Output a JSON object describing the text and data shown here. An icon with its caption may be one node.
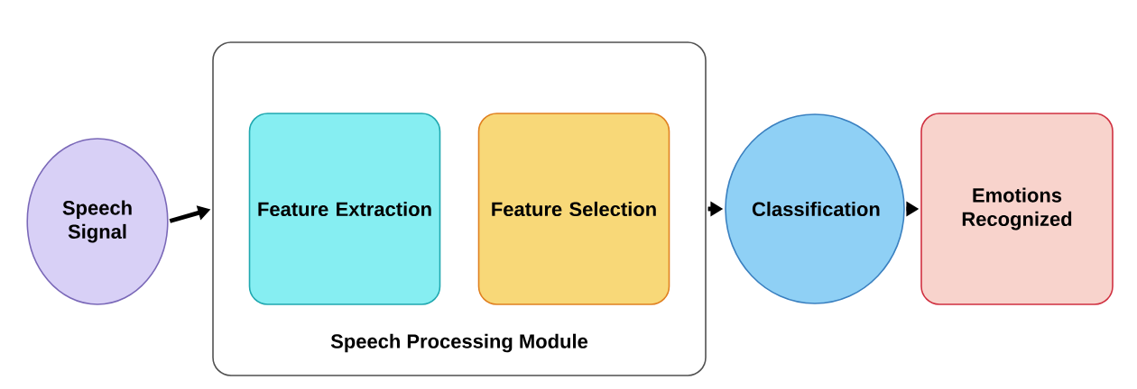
{
  "diagram": {
    "nodes": [
      {
        "text": [
          "Speech Signal"
        ]
      },
      {
        "text": [
          "Speech Processing Module"
        ]
      },
      {
        "text": [
          "Feature Extraction"
        ],
        "in": 1
      },
      {
        "text": [
          "Feature Selection"
        ],
        "in": 1
      },
      {
        "text": [
          "Classification"
        ]
      },
      {
        "text": [
          "Emotions Recognized"
        ]
      }
    ],
    "edges": [
      {
        "from": 0,
        "to": 1,
        "arrow": "to"
      },
      {
        "from": 1,
        "to": 4,
        "arrow": "to"
      },
      {
        "from": 4,
        "to": 5,
        "arrow": "to"
      }
    ]
  }
}
